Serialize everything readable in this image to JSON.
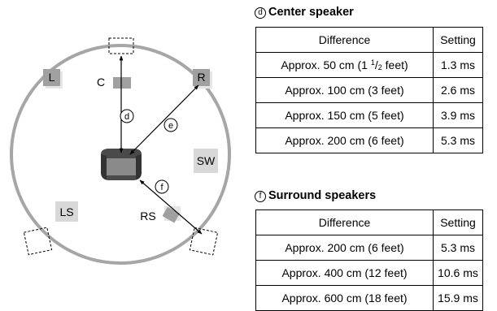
{
  "diagram": {
    "labels": {
      "left": "L",
      "center": "C",
      "right": "R",
      "subwoofer": "SW",
      "left_surround": "LS",
      "right_surround": "RS"
    },
    "markers": {
      "center_distance": "d",
      "front_right_distance": "e",
      "surround_distance": "f"
    }
  },
  "center_section": {
    "marker": "d",
    "title": "Center speaker",
    "headers": [
      "Difference",
      "Setting"
    ],
    "rows": [
      {
        "difference_prefix": "Approx. 50 cm (1 ",
        "frac_num": "1",
        "frac_den": "2",
        "difference_suffix": " feet)",
        "setting": "1.3 ms"
      },
      {
        "difference": "Approx. 100 cm (3 feet)",
        "setting": "2.6 ms"
      },
      {
        "difference": "Approx. 150 cm (5 feet)",
        "setting": "3.9 ms"
      },
      {
        "difference": "Approx. 200 cm (6 feet)",
        "setting": "5.3 ms"
      }
    ]
  },
  "surround_section": {
    "marker": "f",
    "title": "Surround speakers",
    "headers": [
      "Difference",
      "Setting"
    ],
    "rows": [
      {
        "difference": "Approx. 200 cm (6 feet)",
        "setting": "5.3 ms"
      },
      {
        "difference": "Approx. 400 cm (12 feet)",
        "setting": "10.6 ms"
      },
      {
        "difference": "Approx. 600 cm (18 feet)",
        "setting": "15.9 ms"
      }
    ]
  },
  "colors": {
    "circle": "#a6a6a6",
    "speaker_box": "#a0a0a0",
    "chair": "#505050"
  }
}
